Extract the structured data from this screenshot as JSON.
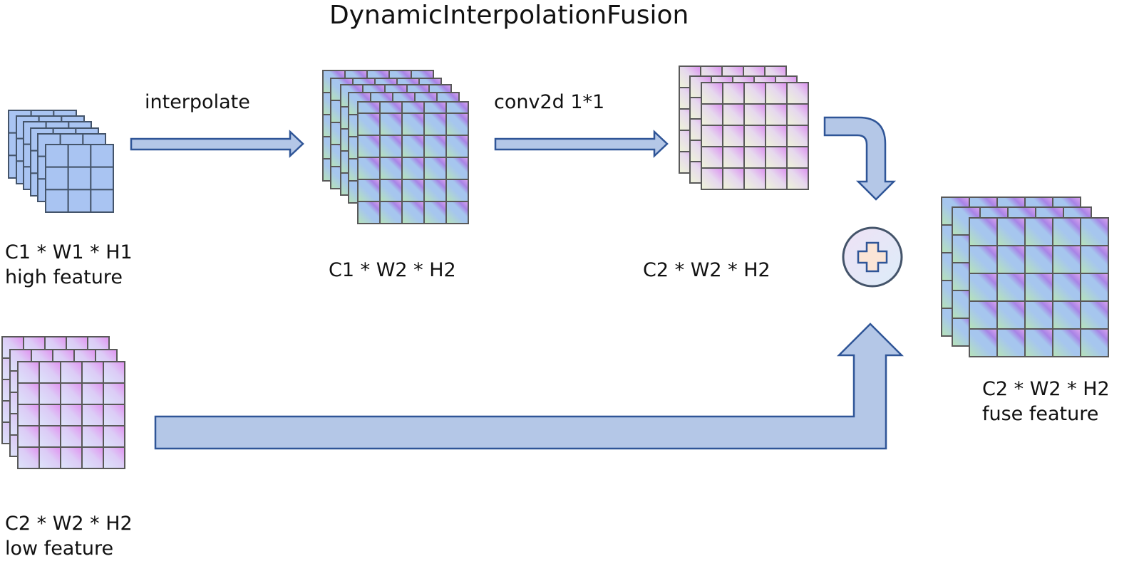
{
  "title": "DynamicInterpolationFusion",
  "operations": {
    "interpolate": "interpolate",
    "conv": "conv2d 1*1"
  },
  "tensors": {
    "high": {
      "dims": "C1 * W1 * H1",
      "name": "high feature",
      "grid": 3,
      "layers": 6,
      "style": "blue-flat"
    },
    "interpolated": {
      "dims": "C1 * W2 * H2",
      "name": "",
      "grid": 5,
      "layers": 6,
      "style": "blue-green-purple"
    },
    "conv_out": {
      "dims": "C2 * W2 * H2",
      "name": "",
      "grid": 5,
      "layers": 3,
      "style": "lime-pink"
    },
    "low": {
      "dims": "C2 * W2 * H2",
      "name": "low feature",
      "grid": 5,
      "layers": 3,
      "style": "lavender-pink"
    },
    "fused": {
      "dims": "C2 * W2 * H2",
      "name": "fuse feature",
      "grid": 5,
      "layers": 3,
      "style": "blue-green-purple"
    }
  },
  "operator": {
    "symbol": "add-icon",
    "label": "+"
  },
  "colors": {
    "arrow_fill": "#b4c7e7",
    "arrow_stroke": "#2f5597",
    "cell_stroke": "#595959",
    "high_fill": "#a9c4f2",
    "plus_fill": "#fbe5d6",
    "plus_stroke": "#2f5597",
    "circle_stroke": "#44546a"
  }
}
